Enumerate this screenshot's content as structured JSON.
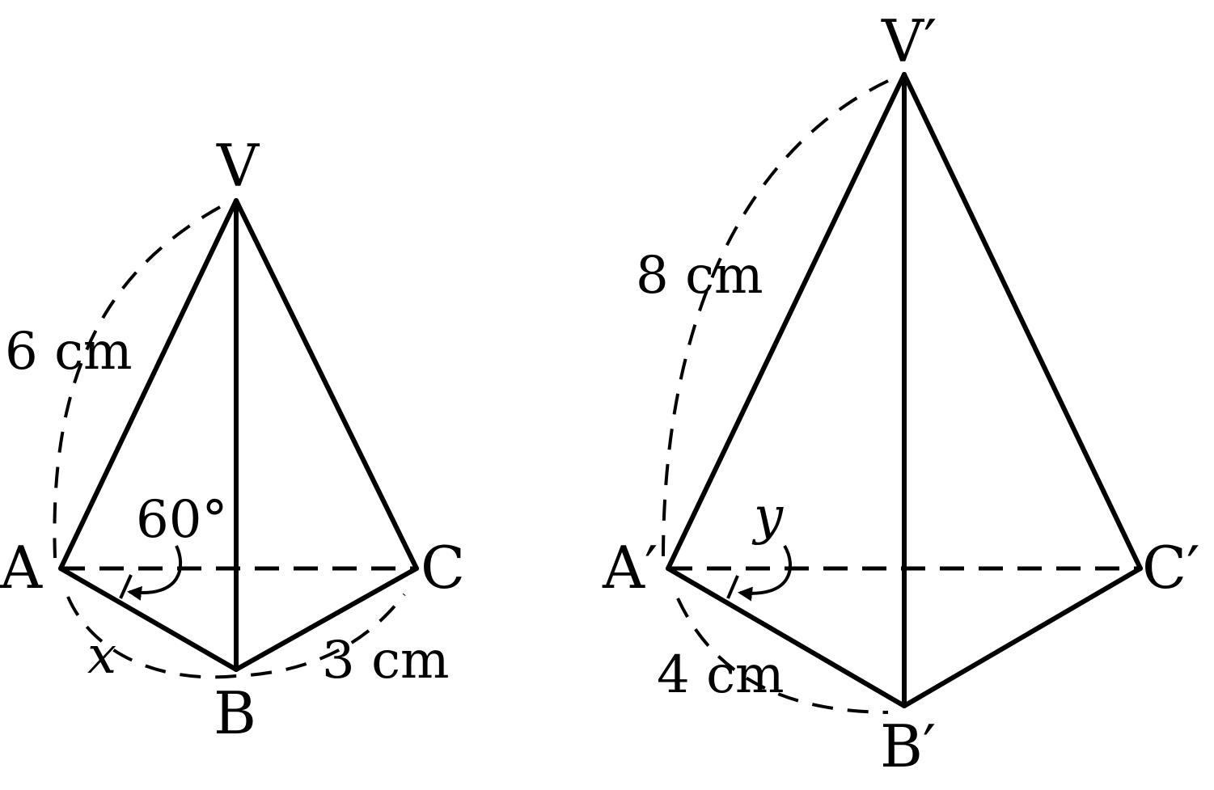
{
  "small_pyramid": {
    "vertices": {
      "apex": "V",
      "a": "A",
      "b": "B",
      "c": "C"
    },
    "measurements": {
      "slant_edge": "6 cm",
      "base_edge": "3 cm",
      "angle": "60°",
      "unknown": "x"
    }
  },
  "large_pyramid": {
    "vertices": {
      "apex": "V′",
      "a": "A′",
      "b": "B′",
      "c": "C′"
    },
    "measurements": {
      "slant_edge": "8 cm",
      "base_edge": "4 cm",
      "unknown": "y"
    }
  },
  "colors": {
    "stroke": "#000000",
    "background": "#ffffff"
  }
}
